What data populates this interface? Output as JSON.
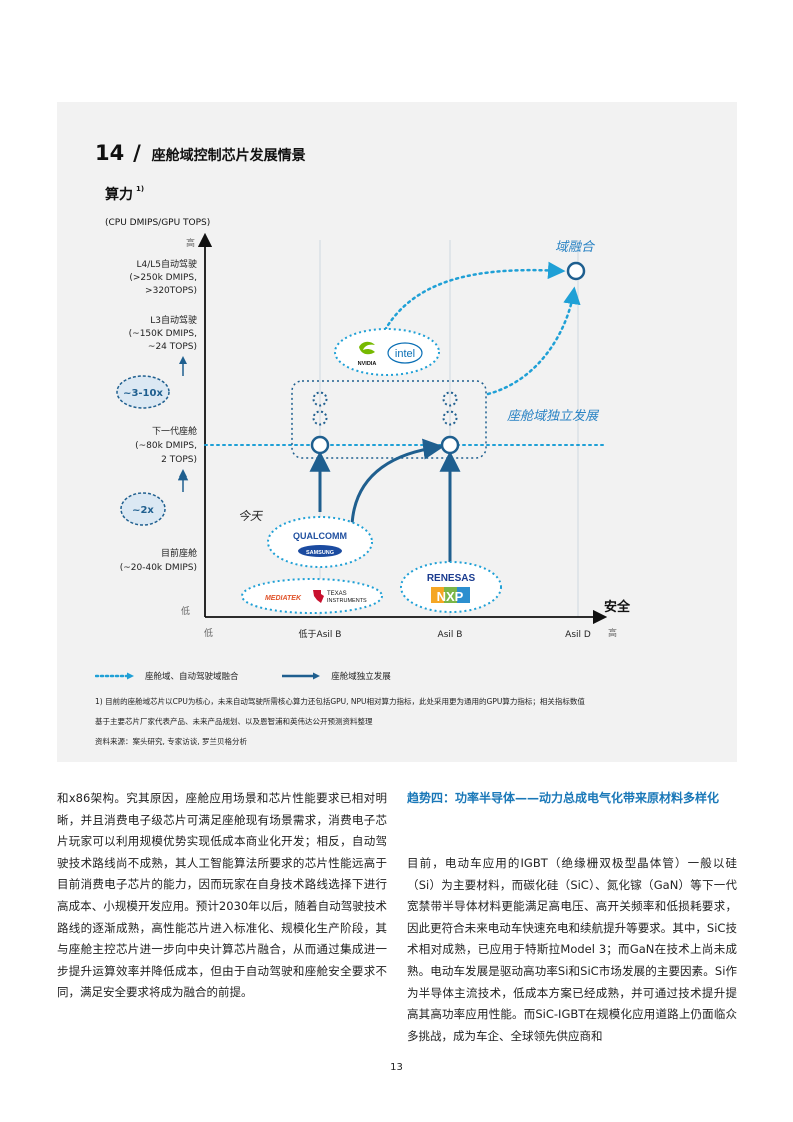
{
  "figure": {
    "number": "14",
    "slash": "/",
    "title": "座舱域控制芯片发展情景",
    "y_axis_title": "算力",
    "y_axis_title_sup": "1)",
    "y_axis_unit": "(CPU DMIPS/GPU TOPS)",
    "y_high": "高",
    "y_low": "低",
    "x_low": "低",
    "x_high": "高",
    "x_axis_title": "安全",
    "y_labels": [
      {
        "lines": [
          "L4/L5自动驾驶",
          "(>250k DMIPS,",
          ">320TOPS)"
        ]
      },
      {
        "lines": [
          "L3自动驾驶",
          "(~150K DMIPS,",
          "~24 TOPS)"
        ]
      },
      {
        "lines": [
          "下一代座舱",
          "(~80k DMIPS,",
          "2 TOPS)"
        ]
      },
      {
        "lines": [
          "目前座舱",
          "(~20-40k DMIPS)"
        ]
      }
    ],
    "x_labels": [
      "低于Asil B",
      "Asil B",
      "Asil D"
    ],
    "multipliers": [
      "~3-10x",
      "~2x"
    ],
    "annotations": {
      "fusion": "域融合",
      "independent": "座舱域独立发展",
      "today": "今天"
    },
    "logos": {
      "nvidia": "NVIDIA",
      "intel": "intel",
      "qualcomm": "QUALCOMM",
      "samsung": "SAMSUNG",
      "mediatek": "MEDIATEK",
      "ti_line1": "TEXAS",
      "ti_line2": "INSTRUMENTS",
      "renesas": "RENESAS",
      "nxp": "NXP"
    },
    "legend": {
      "dotted": "座舱域、自动驾驶域融合",
      "solid": "座舱域独立发展"
    },
    "notes": [
      "1) 目前的座舱域芯片以CPU为核心，未来自动驾驶所需核心算力还包括GPU, NPU相对算力指标，此处采用更为通用的GPU算力指标；相关指标数值",
      "基于主要芯片厂家代表产品、未来产品规划、以及恩智浦和英伟达公开预测资料整理",
      "资料来源：案头研究, 专家访谈, 罗兰贝格分析"
    ],
    "colors": {
      "dark_blue": "#1f5f8f",
      "light_blue": "#1fa0d6",
      "annotation_blue": "#2a83c4",
      "panel_bg": "#f2f2f2"
    }
  },
  "body": {
    "left_column": "和x86架构。究其原因，座舱应用场景和芯片性能要求已相对明晰，并且消费电子级芯片可满足座舱现有场景需求，消费电子芯片玩家可以利用规模优势实现低成本商业化开发；相反，自动驾驶技术路线尚不成熟，其人工智能算法所要求的芯片性能远高于目前消费电子芯片的能力，因而玩家在自身技术路线选择下进行高成本、小规模开发应用。预计2030年以后，随着自动驾驶技术路线的逐渐成熟，高性能芯片进入标准化、规模化生产阶段，其与座舱主控芯片进一步向中央计算芯片融合，从而通过集成进一步提升运算效率并降低成本，但由于自动驾驶和座舱安全要求不同，满足安全要求将成为融合的前提。",
    "right_heading": "趋势四：功率半导体——动力总成电气化带来原材料多样化",
    "right_column": "目前，电动车应用的IGBT（绝缘栅双极型晶体管）一般以硅（Si）为主要材料，而碳化硅（SiC）、氮化镓（GaN）等下一代宽禁带半导体材料更能满足高电压、高开关频率和低损耗要求，因此更符合未来电动车快速充电和续航提升等要求。其中，SiC技术相对成熟，已应用于特斯拉Model 3；而GaN在技术上尚未成熟。电动车发展是驱动高功率Si和SiC市场发展的主要因素。Si作为半导体主流技术，低成本方案已经成熟，并可通过技术提升提高其高功率应用性能。而SiC-IGBT在规模化应用道路上仍面临众多挑战，成为车企、全球领先供应商和",
    "page_number": "13"
  }
}
